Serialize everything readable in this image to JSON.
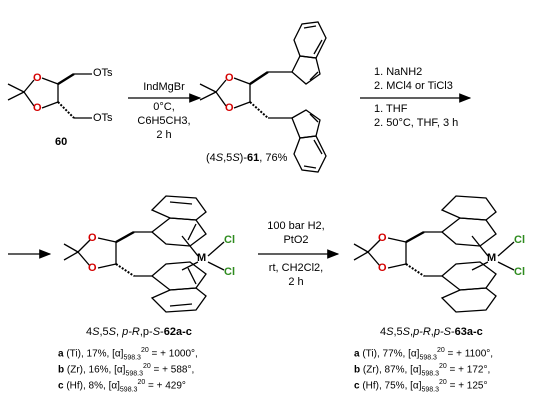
{
  "step1": {
    "reagent": "IndMgBr",
    "cond1": "0°C,",
    "cond2": "C6H5CH3,",
    "cond3": "2 h"
  },
  "compound60": {
    "substituent_top": "OTs",
    "substituent_bottom": "OTs",
    "label": "60"
  },
  "compound61": {
    "label_pre": "(4",
    "label_s1": "S",
    "label_mid": ",5",
    "label_s2": "S",
    "label_post": ")-",
    "label_num": "61",
    "label_yield": ", 76%"
  },
  "step2": {
    "line1": "1. NaNH2",
    "line2": "2. MCl4 or TiCl3",
    "line3": "1. THF",
    "line4": "2. 50°C, THF, 3 h"
  },
  "step3": {
    "line1": "100 bar H2,",
    "line2": "PtO2",
    "line3": "rt, CH2Cl2,",
    "line4": "2 h"
  },
  "atoms": {
    "O": "O",
    "M": "M",
    "Cl": "Cl"
  },
  "compound62": {
    "title_a": "4",
    "title_b": "S",
    "title_c": ",5",
    "title_d": "S",
    "title_e": ", ",
    "title_f": "p-R",
    "title_g": ",p-",
    "title_h": "S",
    "title_i": "-",
    "title_num": "62a-c",
    "rows": [
      {
        "letter": "a",
        "text": " (Ti), 17%, [α]",
        "sub": "598.3",
        "sup": "20",
        "val": " = + 1000°,"
      },
      {
        "letter": "b",
        "text": " (Zr), 16%, [α]",
        "sub": "598.3",
        "sup": "20",
        "val": " = + 588°,"
      },
      {
        "letter": "c",
        "text": " (Hf), 8%, [α]",
        "sub": "598.3",
        "sup": "20",
        "val": " = + 429°"
      }
    ]
  },
  "compound63": {
    "title_a": "4",
    "title_b": "S",
    "title_c": ",5",
    "title_d": "S",
    "title_e": ",",
    "title_f": "p-R",
    "title_g": ",",
    "title_h": "p-S",
    "title_i": "-",
    "title_num": "63a-c",
    "rows": [
      {
        "letter": "a",
        "text": " (Ti), 77%, [α]",
        "sub": "598.3",
        "sup": "20",
        "val": " = + 1100°,"
      },
      {
        "letter": "b",
        "text": " (Zr), 87%, [α]",
        "sub": "598.3",
        "sup": "20",
        "val": " = + 172°,"
      },
      {
        "letter": "c",
        "text": " (Hf), 75%, [α]",
        "sub": "598.3",
        "sup": "20",
        "val": " = + 125°"
      }
    ]
  }
}
